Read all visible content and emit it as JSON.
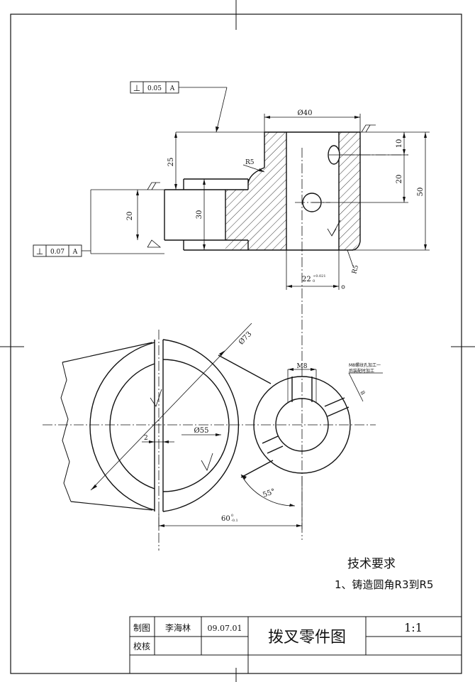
{
  "drawing": {
    "title": "拨叉零件图",
    "scale": "1:1",
    "tech_req_title": "技术要求",
    "tech_req_item": "1、铸造圆角R3到R5",
    "title_block": {
      "drawn_label": "制图",
      "drawn_by": "李海林",
      "date": "09.07.01",
      "checked_label": "校核"
    }
  },
  "annotations": {
    "perp_top_value": "0.05",
    "perp_top_datum": "A",
    "perp_left_value": "0.07",
    "perp_left_datum": "A",
    "perp_symbol": "⊥",
    "dim_d40": "Ø40",
    "dim_25": "25",
    "dim_r5_top": "R5",
    "dim_r5_bottom": "R5",
    "dim_10": "10",
    "dim_20": "20",
    "dim_50": "50",
    "dim_30": "30",
    "dim_20c": "20",
    "dim_22": "22",
    "dim_22_tol": "+0.021",
    "dim_22_tol2": "0",
    "dim_73": "Ø73",
    "dim_m8": "M8",
    "dim_55d": "Ø55",
    "dim_2": "2",
    "dim_55deg": "55°",
    "dim_60": "60",
    "dim_60_tol": "0",
    "dim_60_tol2": "-0.1",
    "dim_8": "8",
    "note_m8_line1": "M8螺纹孔加工一",
    "note_m8_line2": "后装配时加工"
  }
}
